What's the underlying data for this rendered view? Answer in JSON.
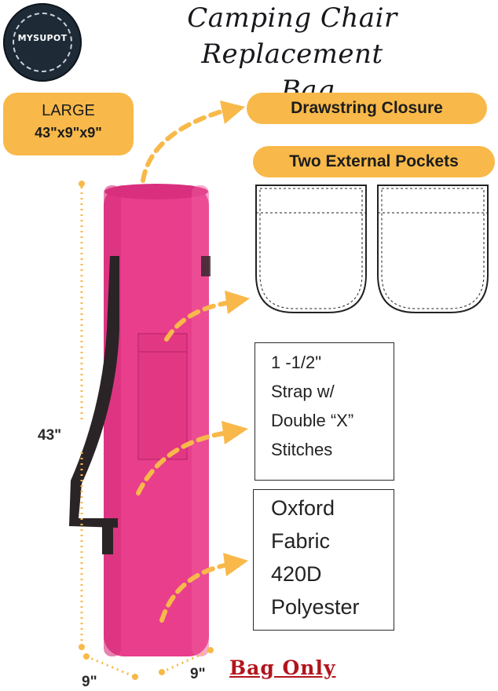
{
  "logo": {
    "text": "MYSUPOT"
  },
  "title": {
    "line1": "Camping Chair Replacement",
    "line2": "Bag"
  },
  "size_badge": {
    "line1": "LARGE",
    "line2": "43\"x9\"x9\""
  },
  "features": {
    "closure": "Drawstring Closure",
    "pockets": "Two External Pockets",
    "strap": [
      "1 -1/2\"",
      "Strap w/",
      "Double “X”",
      "Stitches"
    ],
    "fabric": [
      "Oxford",
      "Fabric",
      "420D",
      "Polyester"
    ]
  },
  "dimensions": {
    "height": "43\"",
    "width": "9\"",
    "depth": "9\""
  },
  "footer": {
    "note": "Bag Only"
  },
  "colors": {
    "accent": "#f8b94a",
    "bag": "#e83e8c",
    "strap": "#2b2426",
    "logo_bg": "#1e2a36",
    "bag_only": "#b3141c"
  }
}
